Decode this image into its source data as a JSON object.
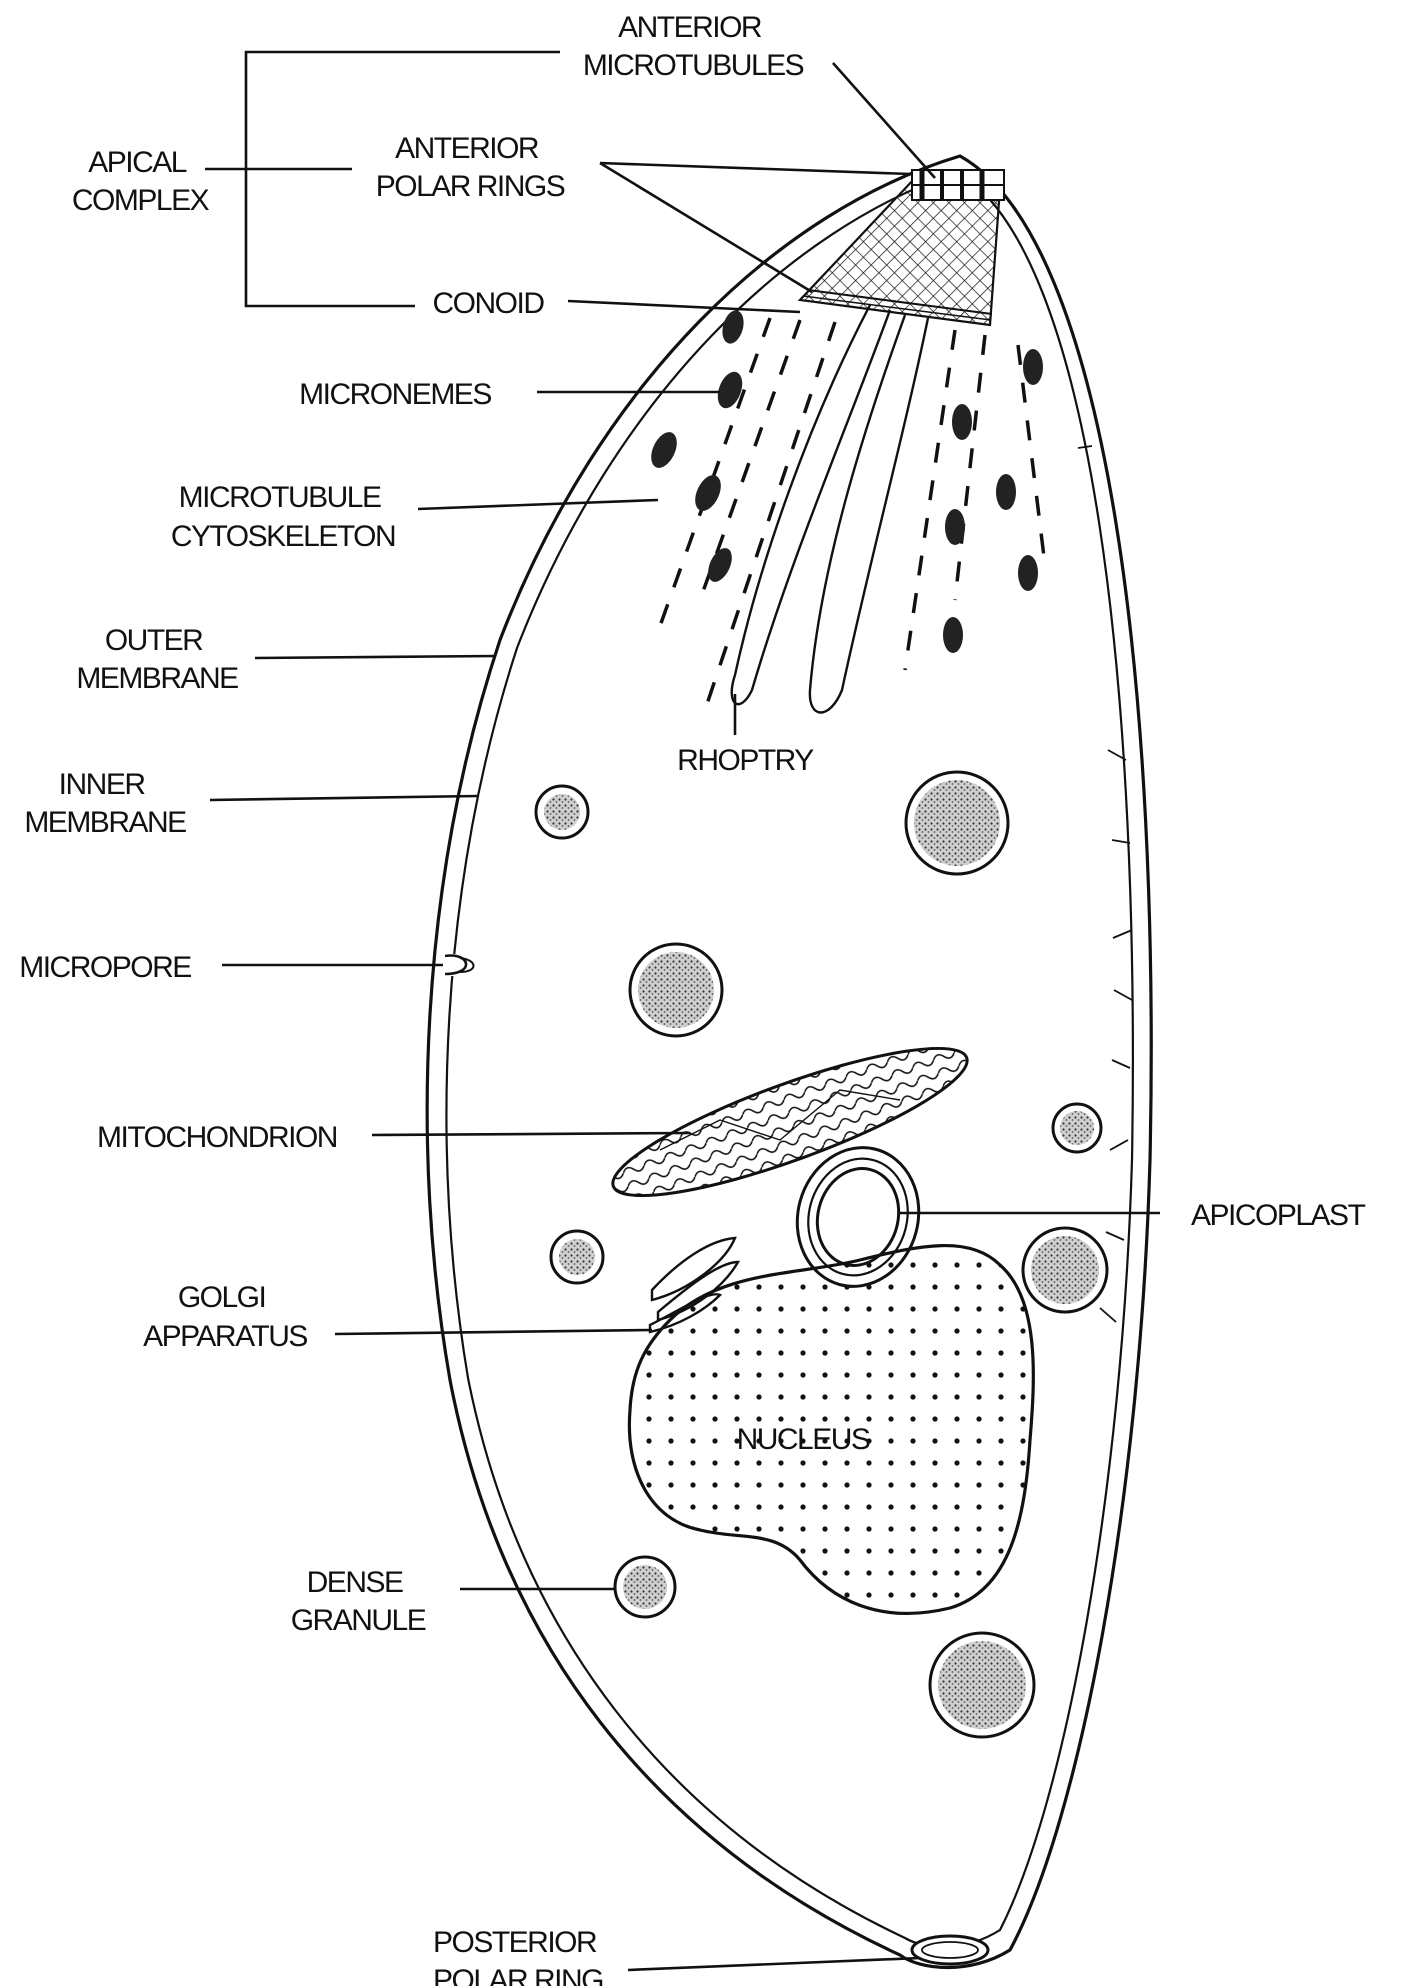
{
  "labels": {
    "apical_complex": [
      "APICAL",
      "COMPLEX"
    ],
    "anterior_microtubules": [
      "ANTERIOR",
      "MICROTUBULES"
    ],
    "anterior_polar_rings": [
      "ANTERIOR",
      "POLAR RINGS"
    ],
    "conoid": [
      "CONOID"
    ],
    "micronemes": [
      "MICRONEMES"
    ],
    "microtubule_cytoskeleton": [
      "MICROTUBULE",
      "CYTOSKELETON"
    ],
    "outer_membrane": [
      "OUTER",
      "MEMBRANE"
    ],
    "inner_membrane": [
      "INNER",
      "MEMBRANE"
    ],
    "rhoptry": [
      "RHOPTRY"
    ],
    "micropore": [
      "MICROPORE"
    ],
    "mitochondrion": [
      "MITOCHONDRION"
    ],
    "apicoplast": [
      "APICOPLAST"
    ],
    "golgi_apparatus": [
      "GOLGI",
      "APPARATUS"
    ],
    "nucleus": [
      "NUCLEUS"
    ],
    "dense_granule": [
      "DENSE",
      "GRANULE"
    ],
    "posterior_polar_ring": [
      "POSTERIOR",
      "POLAR RING"
    ]
  },
  "colors": {
    "ink": "#111111",
    "organelle_fill": "#b9b9b9",
    "background": "#ffffff"
  }
}
